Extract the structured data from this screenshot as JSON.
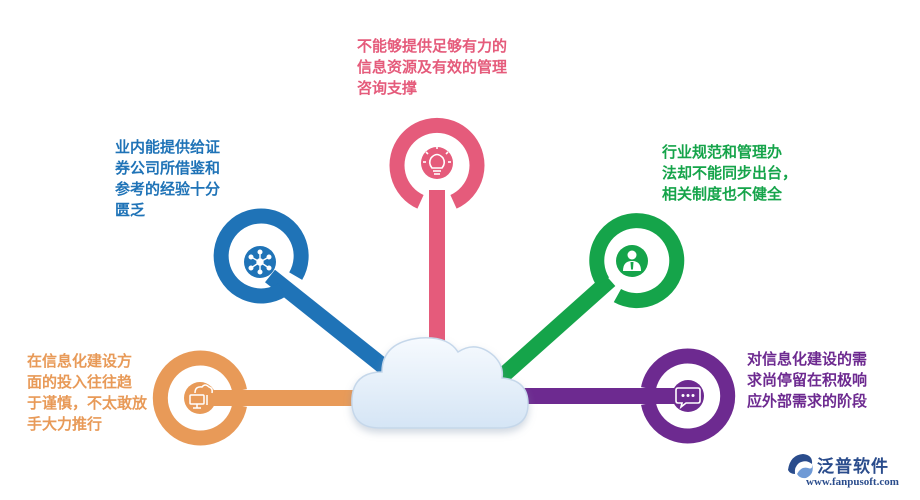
{
  "labels": {
    "top": "不能够提供足够有力的\n信息资源及有效的管理\n咨询支撑",
    "upper_left": "业内能提供给证\n券公司所借鉴和\n参考的经验十分\n匮乏",
    "upper_right": "行业规范和管理办\n法却不能同步出台，\n相关制度也不健全",
    "left": "在信息化建设方\n面的投入往往趋\n于谨慎，不太敢放\n手大力推行",
    "right": "对信息化建设的需\n求尚停留在积极响\n应外部需求的阶段"
  },
  "icons": {
    "top": "lightbulb-icon",
    "upper_left": "network-icon",
    "upper_right": "user-icon",
    "left": "cloud-computer-icon",
    "right": "chat-bubble-icon"
  },
  "colors": {
    "top": "#e55b7b",
    "upper_left": "#1f73b7",
    "upper_right": "#15a44a",
    "left": "#e89a58",
    "right": "#6d2a90",
    "cloud": "#e8f1fb"
  },
  "brand": {
    "name": "泛普软件",
    "url": "www.fanpusoft.com"
  }
}
